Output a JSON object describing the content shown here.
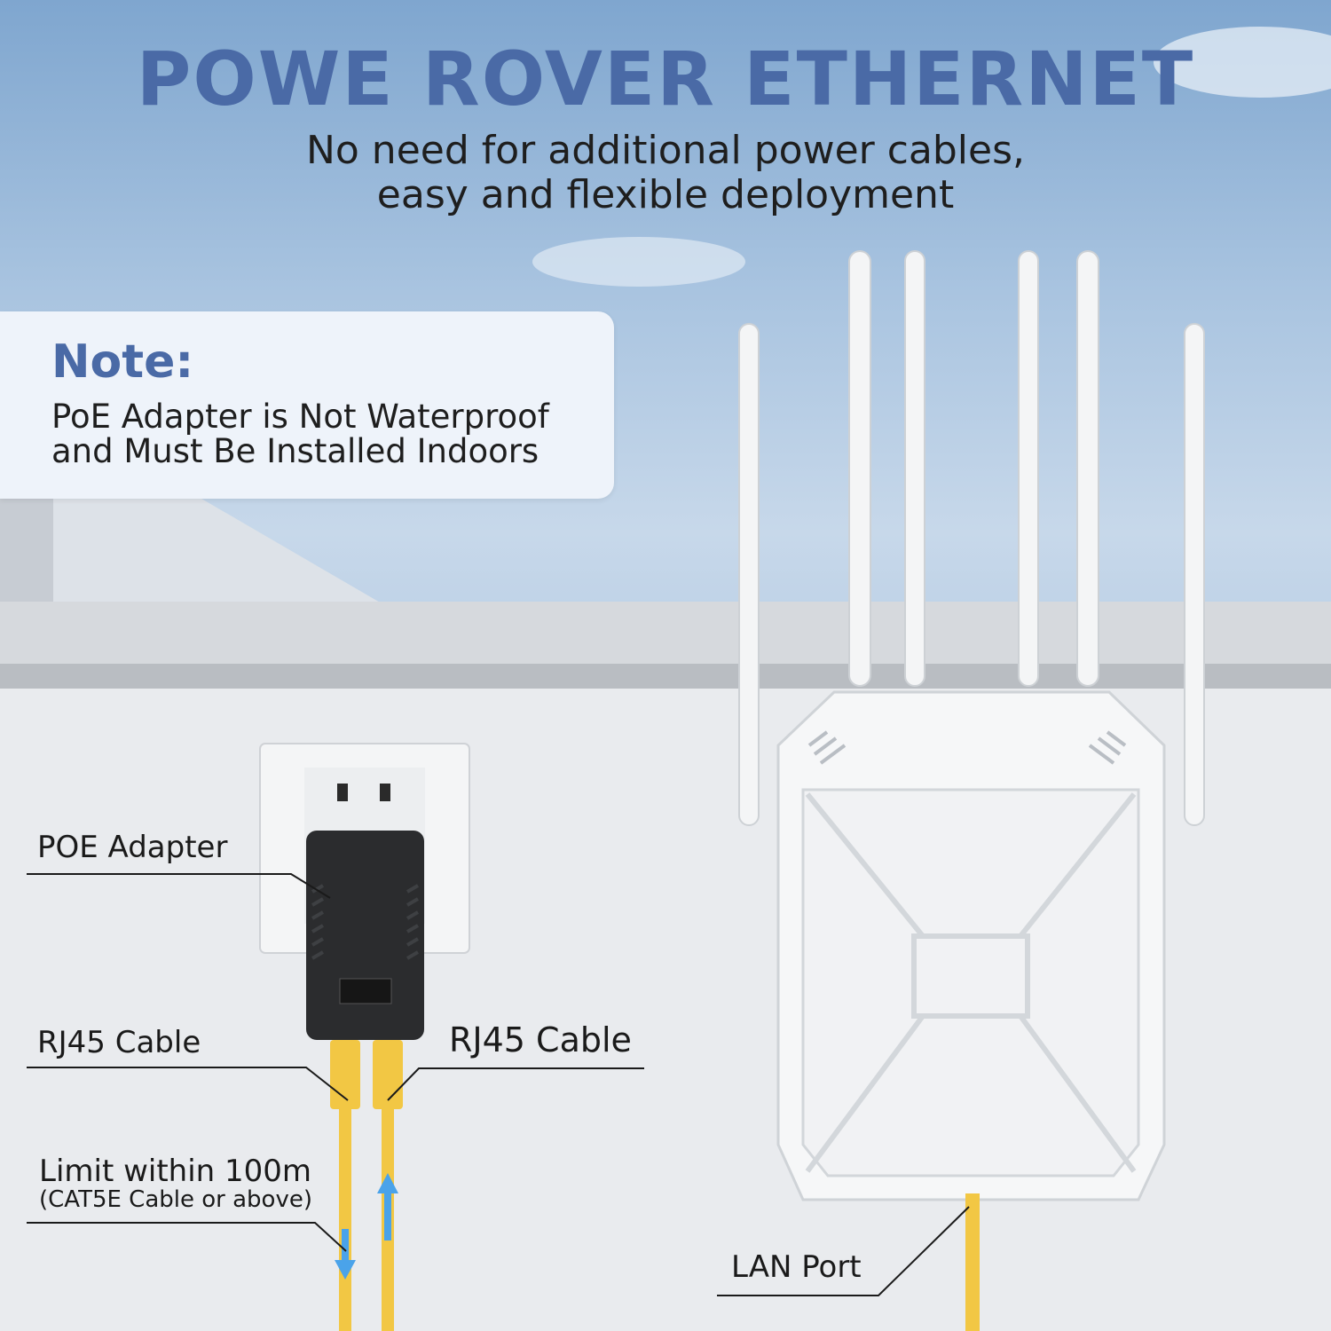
{
  "header": {
    "title": "POWE ROVER ETHERNET",
    "subtitle_line1": "No need for additional power cables,",
    "subtitle_line2": "easy and flexible deployment"
  },
  "note": {
    "title": "Note:",
    "body_line1": "PoE Adapter is Not Waterproof",
    "body_line2": "and Must Be Installed Indoors"
  },
  "callouts": {
    "poe_adapter": "POE Adapter",
    "rj45_left": "RJ45 Cable",
    "rj45_right": "RJ45 Cable",
    "limit": "Limit within 100m",
    "limit_sub": "(CAT5E Cable or above)",
    "lan_port": "LAN Port"
  },
  "colors": {
    "title_blue": "#4a6aa6",
    "cable_yellow": "#f2c744",
    "arrow_blue": "#4aa3ea"
  }
}
